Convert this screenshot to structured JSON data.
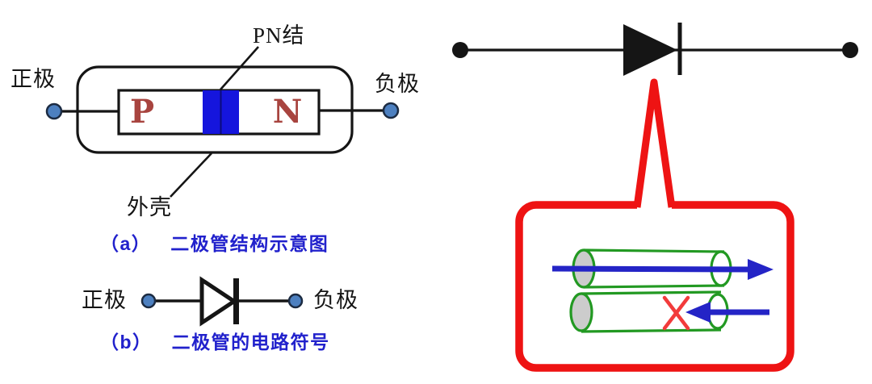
{
  "colors": {
    "line_black": "#151515",
    "junction_blue": "#1515dd",
    "junction_divider": "#0b0b7a",
    "terminal_dot_fill": "#4d80c0",
    "terminal_dot_stroke": "#1c2b42",
    "region_letter_red": "#a8443f",
    "caption_blue": "#2121cc",
    "callout_red": "#ee1313",
    "arrow_blue": "#2424c6",
    "tube_green": "#229922",
    "tube_end_gray": "#cccccc",
    "blocked_x_red": "#f23b3b"
  },
  "structure_diagram": {
    "pn_junction_label": "PN结",
    "anode_label": "正极",
    "cathode_label": "负极",
    "shell_label": "外壳",
    "p_region_label": "P",
    "n_region_label": "N",
    "caption_index": "（a）",
    "caption_text": "二极管结构示意图"
  },
  "symbol_diagram": {
    "anode_label": "正极",
    "cathode_label": "负极",
    "caption_index": "（b）",
    "caption_text": "二极管的电路符号"
  },
  "flow_callout": {
    "icons": {
      "forward_flow": "arrow-right-through-tube",
      "reverse_flow": "arrow-left-blocked",
      "blocked_mark": "x-cross"
    }
  }
}
